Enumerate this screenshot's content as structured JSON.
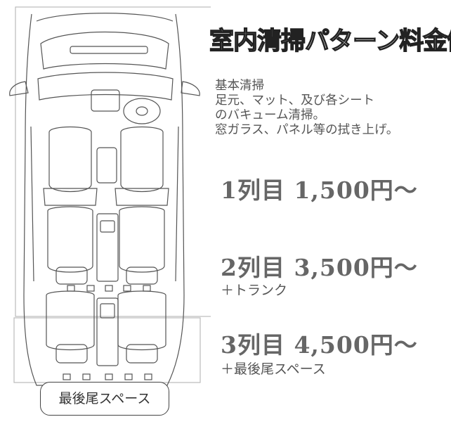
{
  "title": "室内清掃パターン料金例",
  "description": {
    "heading": "基本清掃",
    "line1": "足元、マット、及び各シート",
    "line2": "のバキューム清掃。",
    "line3": "窓ガラス、パネル等の拭き上げ。"
  },
  "prices": [
    {
      "label": "1列目  1,500円～"
    },
    {
      "label": "2列目  3,500円～",
      "note": "＋トランク"
    },
    {
      "label": "3列目  4,500円～",
      "note": "＋最後尾スペース"
    }
  ],
  "rear_label": "最後尾スペース",
  "colors": {
    "line": "#444444",
    "background": "#ffffff"
  }
}
